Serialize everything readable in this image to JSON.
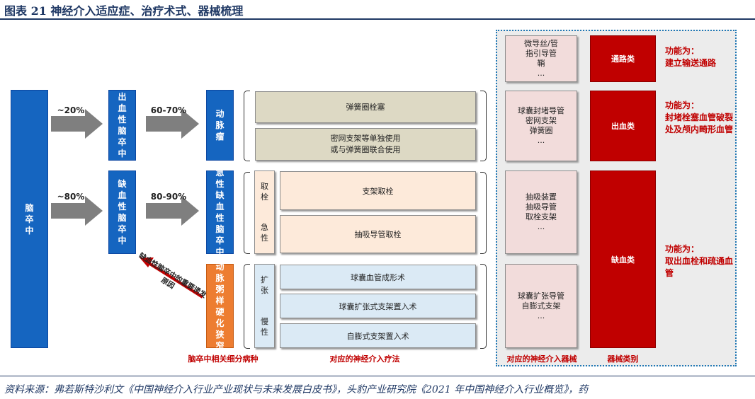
{
  "title": "图表 21   神经介入适应症、治疗术式、器械梳理",
  "source": "资料来源：弗若斯特沙利文《中国神经介入行业产业现状与未来发展白皮书》，头豹产业研究院《2021 年中国神经介入行业概览》，药",
  "stroke": "脑卒中",
  "hemorrhagic_pct": "~20%",
  "ischemic_pct": "~80%",
  "hemorrhagic": "出血性脑卒中",
  "ischemic": "缺血性脑卒中",
  "hemorrhagic_sub_pct": "60-70%",
  "ischemic_sub_pct": "80-90%",
  "aneurysm": "动脉瘤",
  "acute_ischemic": "急性缺血性脑卒中",
  "stenosis": "动脉粥样硬化狭窄",
  "cause_note": "缺血性脑卒中的重要诱发原因",
  "thrombectomy_label": "取栓",
  "acute_label": "急性",
  "dilation_label": "扩张",
  "chronic_label": "慢性",
  "therapies": {
    "coil": "弹簧圈栓塞",
    "mesh_line1": "密网支架等单独使用",
    "mesh_line2": "或与弹簧圈联合使用",
    "stent_retrieval": "支架取栓",
    "aspiration": "抽吸导管取栓",
    "balloon_angioplasty": "球囊血管成形术",
    "balloon_stent": "球囊扩张式支架置入术",
    "self_expanding": "自膨式支架置入术"
  },
  "devices": {
    "access": [
      "微导丝/管",
      "指引导管",
      "鞘",
      "..."
    ],
    "hemorrhagic": [
      "球囊封堵导管",
      "密网支架",
      "弹簧圈",
      "..."
    ],
    "thrombectomy": [
      "抽吸装置",
      "抽吸导管",
      "取栓支架",
      "..."
    ],
    "stenosis": [
      "球囊扩张导管",
      "自膨式支架",
      "..."
    ]
  },
  "categories": {
    "access": "通路类",
    "hemorrhagic": "出血类",
    "ischemic": "缺血类"
  },
  "functions": {
    "access_title": "功能为：",
    "access_desc": "建立输送通路",
    "hemorrhagic_title": "功能为：",
    "hemorrhagic_desc": "封堵栓塞血管破裂处及颅内畸形血管",
    "ischemic_title": "功能为：",
    "ischemic_desc": "取出血栓和疏通血管"
  },
  "captions": {
    "subtypes": "脑卒中相关细分病种",
    "therapies": "对应的神经介入疗法",
    "devices": "对应的神经介入器械",
    "category": "器械类别"
  },
  "colors": {
    "blue": "#1565c0",
    "orange": "#ed7d31",
    "red": "#c00000",
    "arrow_gray": "#7f7f7f"
  }
}
